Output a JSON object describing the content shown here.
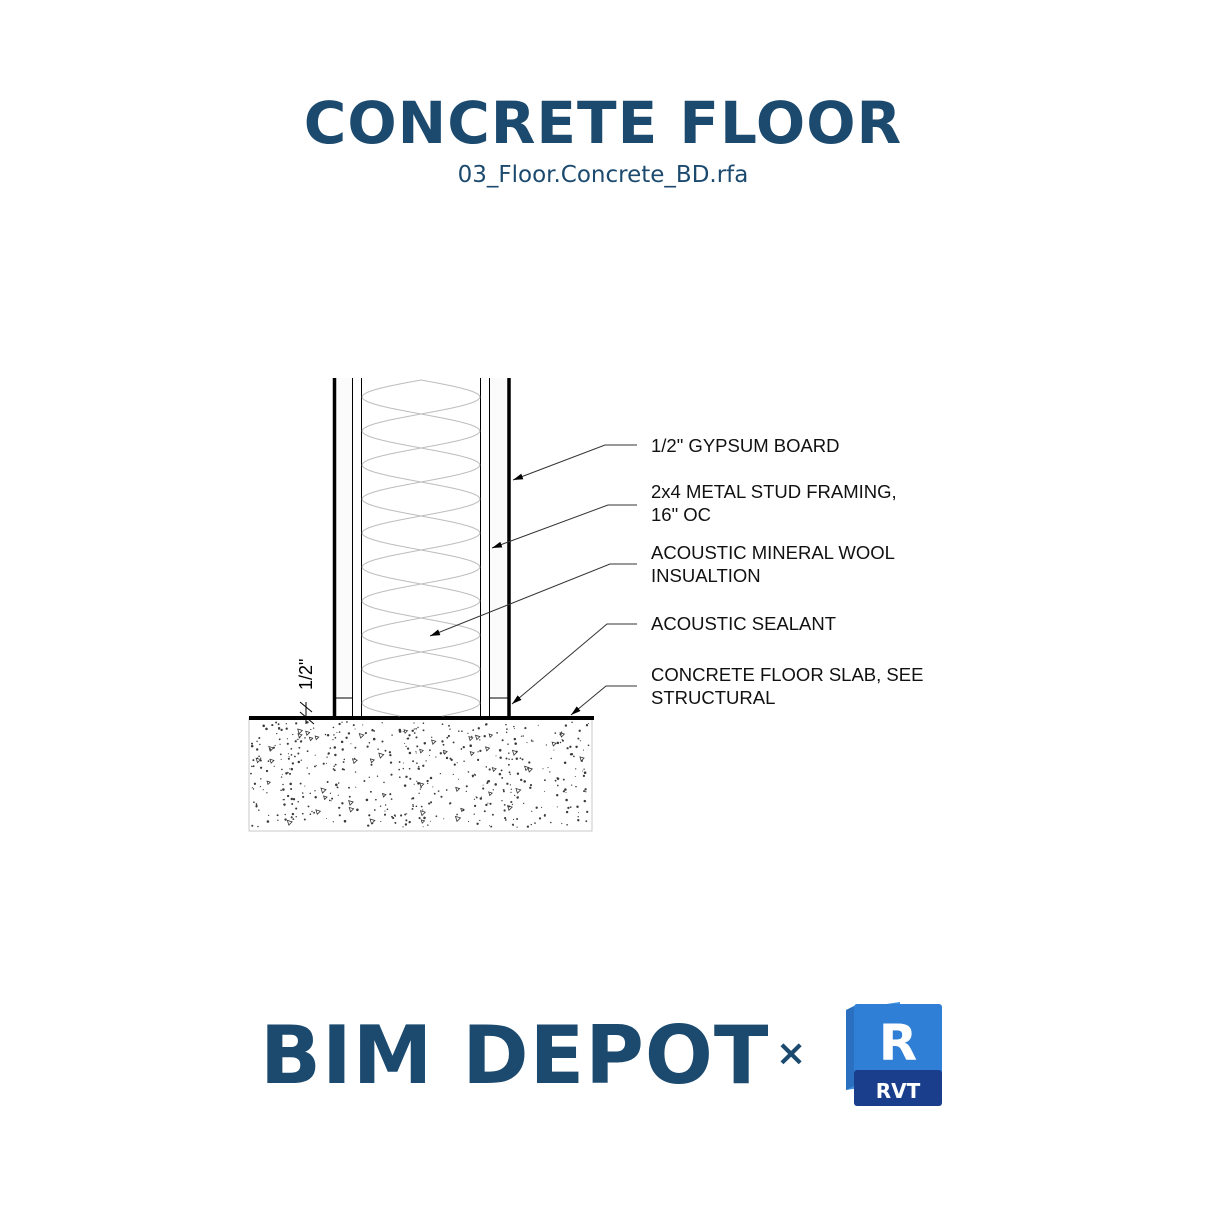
{
  "header": {
    "title": "CONCRETE FLOOR",
    "filename": "03_Floor.Concrete_BD.rfa"
  },
  "detail": {
    "labels": [
      [
        "1/2\" GYPSUM BOARD"
      ],
      [
        "2x4 METAL STUD FRAMING,",
        "16\" OC"
      ],
      [
        "ACOUSTIC MINERAL WOOL",
        "INSUALTION"
      ],
      [
        "ACOUSTIC SEALANT"
      ],
      [
        "CONCRETE FLOOR SLAB, SEE",
        "STRUCTURAL"
      ]
    ],
    "dimension": "1/2\""
  },
  "footer": {
    "brand": "BIM DEPOT",
    "separator": "×",
    "logo_letter": "R",
    "logo_text": "RVT"
  },
  "colors": {
    "brand_blue": "#1c4a6e",
    "logo_blue_light": "#2f7fd6",
    "logo_blue_dark": "#1a3e8c",
    "line": "#000000"
  }
}
